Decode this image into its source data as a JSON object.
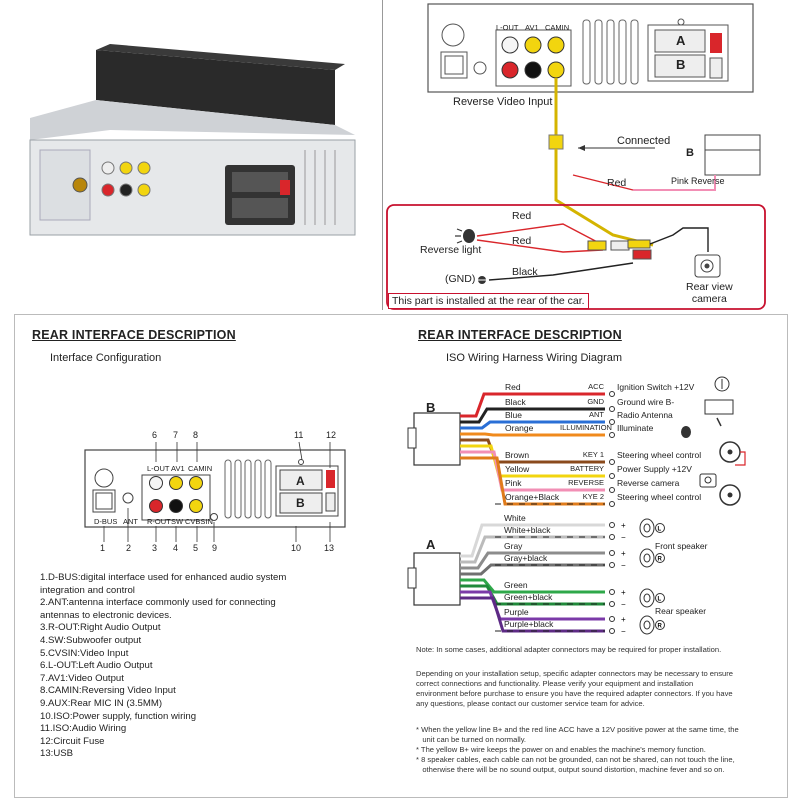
{
  "top_right": {
    "port_labels": [
      "L-OUT",
      "AV1",
      "CAMIN"
    ],
    "iso_letters": [
      "A",
      "B"
    ],
    "reverse_video_input": "Reverse Video Input",
    "connected": "Connected",
    "b_letter": "B",
    "red": "Red",
    "pink_reverse": "Pink Reverse",
    "box": {
      "red1": "Red",
      "red2": "Red",
      "black": "Black",
      "reverse_light": "Reverse light",
      "gnd": "(GND)",
      "rear_view_camera": "Rear view\ncamera",
      "note": "This part is installed at the rear of the car."
    }
  },
  "left": {
    "title": "REAR INTERFACE DESCRIPTION",
    "subtitle": "Interface Configuration",
    "top_numbers": [
      "6",
      "7",
      "8",
      "11",
      "12"
    ],
    "bottom_numbers": [
      "1",
      "2",
      "3",
      "4",
      "5",
      "9",
      "10",
      "13"
    ],
    "top_port_labels": [
      "L-OUT",
      "AV1",
      "CAMIN"
    ],
    "bottom_port_labels": [
      "D-BUS",
      "ANT",
      "R-OUT",
      "SW",
      "CVBSIN"
    ],
    "iso_letters": [
      "A",
      "B"
    ],
    "items": [
      "1.D-BUS:digital interface used for enhanced audio system",
      "integration and control",
      "2.ANT:antenna interface commonly used for connecting",
      "antennas to electronic devices.",
      "3.R-OUT:Right Audio Output",
      "4.SW:Subwoofer output",
      "5.CVSIN:Video Input",
      "6.L-OUT:Left Audio Output",
      "7.AV1:Video Output",
      "8.CAMIN:Reversing Video Input",
      "9.AUX:Rear MIC IN (3.5MM)",
      "10.ISO:Power supply, function wiring",
      "11.ISO:Audio Wiring",
      "12:Circuit Fuse",
      "13:USB"
    ]
  },
  "right": {
    "title": "REAR INTERFACE DESCRIPTION",
    "subtitle": "ISO Wiring Harness Wiring Diagram",
    "connector_b": "B",
    "connector_a": "A",
    "b_wires": [
      {
        "color": "Red",
        "code": "ACC",
        "hex": "#d9262b",
        "dest": "Ignition Switch +12V"
      },
      {
        "color": "Black",
        "code": "GND",
        "hex": "#222222",
        "dest": "Ground wire B-"
      },
      {
        "color": "Blue",
        "code": "ANT",
        "hex": "#2a6fd6",
        "dest": "Radio Antenna"
      },
      {
        "color": "Orange",
        "code": "ILLUMINATION",
        "hex": "#f08a1c",
        "dest": "Illuminate"
      },
      {
        "color": "Brown",
        "code": "KEY 1",
        "hex": "#8a4a1c",
        "dest": "Steering wheel control"
      },
      {
        "color": "Yellow",
        "code": "BATTERY",
        "hex": "#f2d50f",
        "dest": "Power Supply +12V"
      },
      {
        "color": "Pink",
        "code": "REVERSE",
        "hex": "#f28fb5",
        "dest": "Reverse camera"
      },
      {
        "color": "Orange+Black",
        "code": "KYE 2",
        "hex": "#e07b1a",
        "dest": "Steering wheel control"
      }
    ],
    "a_wires": [
      {
        "color": "White",
        "hex": "#d8d8d8"
      },
      {
        "color": "White+black",
        "hex": "#bbbbbb"
      },
      {
        "color": "Gray",
        "hex": "#8c8c8c"
      },
      {
        "color": "Gray+black",
        "hex": "#707070"
      },
      {
        "color": "Green",
        "hex": "#2fa84a"
      },
      {
        "color": "Green+black",
        "hex": "#1f8a3a"
      },
      {
        "color": "Purple",
        "hex": "#7b3aa8"
      },
      {
        "color": "Purple+black",
        "hex": "#5d2a85"
      }
    ],
    "speaker_marks": [
      "L",
      "R",
      "L",
      "R"
    ],
    "front_speaker": "Front speaker",
    "rear_speaker": "Rear speaker",
    "note_main": "Note: In some cases, additional adapter connectors may be required for proper installation.",
    "note_para": [
      "Depending on your installation setup, specific adapter connectors may be necessary to ensure",
      "correct connections and functionality. Please verify your equipment and installation",
      "environment before purchase to ensure you have the required adapter connectors. If you have",
      "any questions, please contact our customer service team for advice."
    ],
    "bullets": [
      "* When the yellow line B+ and the red line ACC have a 12V positive power at the same time, the",
      "   unit can be turned on normally.",
      "* The yellow B+ wire keeps the power on and enables the machine's memory function.",
      "* 8 speaker cables, each cable can not be grounded, can not be shared, can not touch the line,",
      "   otherwise there will be no sound output, output sound distortion, machine fever and so on."
    ]
  }
}
